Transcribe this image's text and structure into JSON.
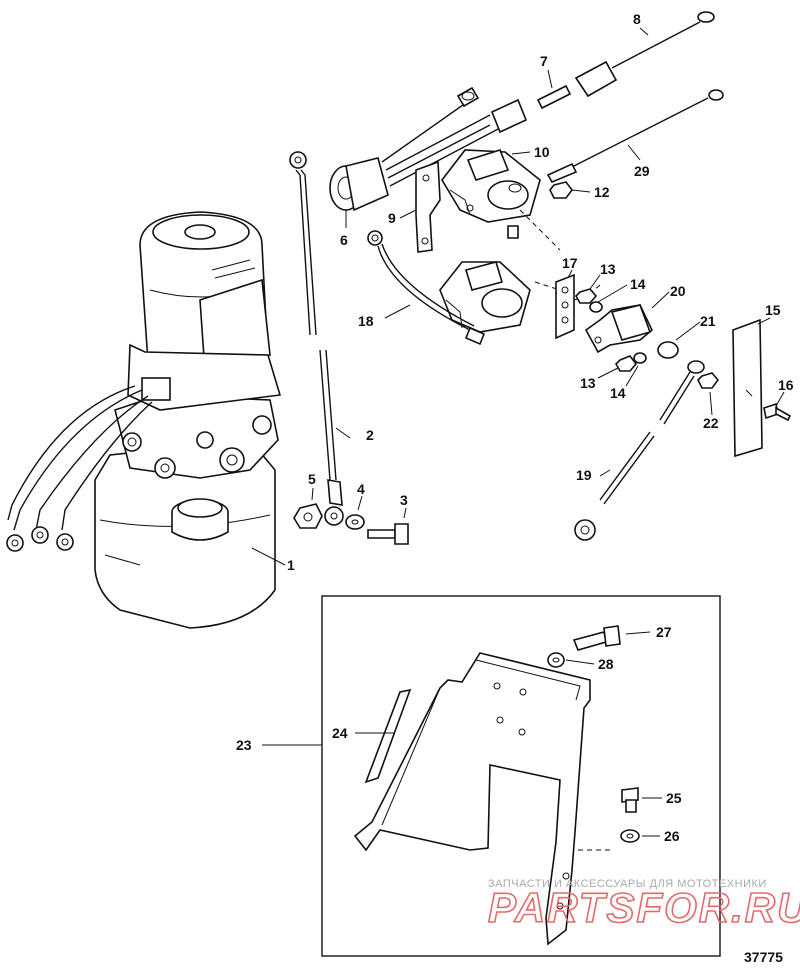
{
  "callouts": [
    "1",
    "2",
    "3",
    "4",
    "5",
    "6",
    "7",
    "8",
    "9",
    "10",
    "12",
    "13",
    "14",
    "15",
    "16",
    "17",
    "18",
    "19",
    "20",
    "21",
    "22",
    "23",
    "24",
    "25",
    "26",
    "27",
    "28",
    "29"
  ],
  "callout_13b": "13",
  "callout_14b": "14",
  "figure_number": "37775",
  "watermark": {
    "tagline": "ЗАПЧАСТИ И АКСЕССУАРЫ ДЛЯ МОТОТЕХНИКИ",
    "brand": "PARTSFOR.RU",
    "brand_color": "#e36a6a"
  }
}
